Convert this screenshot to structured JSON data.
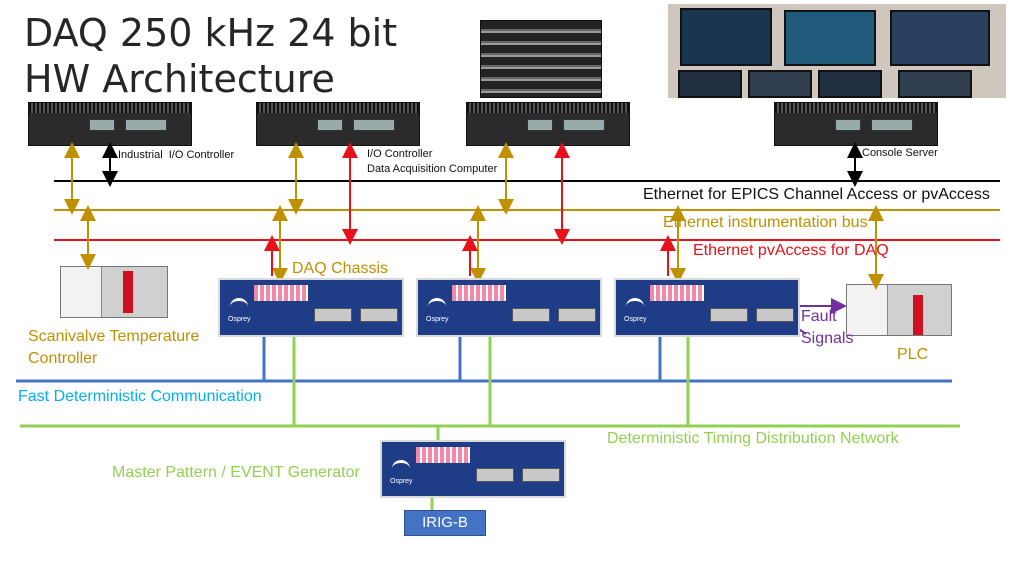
{
  "title_line1": "DAQ 250 kHz 24 bit",
  "title_line2": "HW Architecture",
  "labels": {
    "industrial_controller": "Industrial  I/O Controller",
    "io_controller": "I/O Controller",
    "daq_computer": "Data Acquisition Computer",
    "console_server": "Console Server",
    "epics_bus": "Ethernet for EPICS Channel Access or pvAccess",
    "instrumentation_bus": "Ethernet instrumentation bus",
    "pvaccess_daq": "Ethernet pvAccess for DAQ",
    "daq_chassis": "DAQ Chassis",
    "scanivalve": "Scanivalve Temperature\nController",
    "fault_signals": "Fault\nSignals",
    "plc": "PLC",
    "fast_comm": "Fast Deterministic Communication",
    "timing_network": "Deterministic Timing Distribution Network",
    "master_generator": "Master Pattern / EVENT Generator",
    "irig": "IRIG-B",
    "device_brand": "Osprey"
  },
  "colors": {
    "black_bus": "#000000",
    "instrumentation_bus": "#bf9000",
    "pvaccess_bus": "#e8101a",
    "fast_comm": "#4472c4",
    "timing": "#92d050",
    "fault": "#7030a0",
    "label_gold": "#bf9000",
    "label_red": "#e8101a",
    "label_blue": "#00b0f0",
    "label_green": "#92d050",
    "label_purple": "#7030a0"
  }
}
